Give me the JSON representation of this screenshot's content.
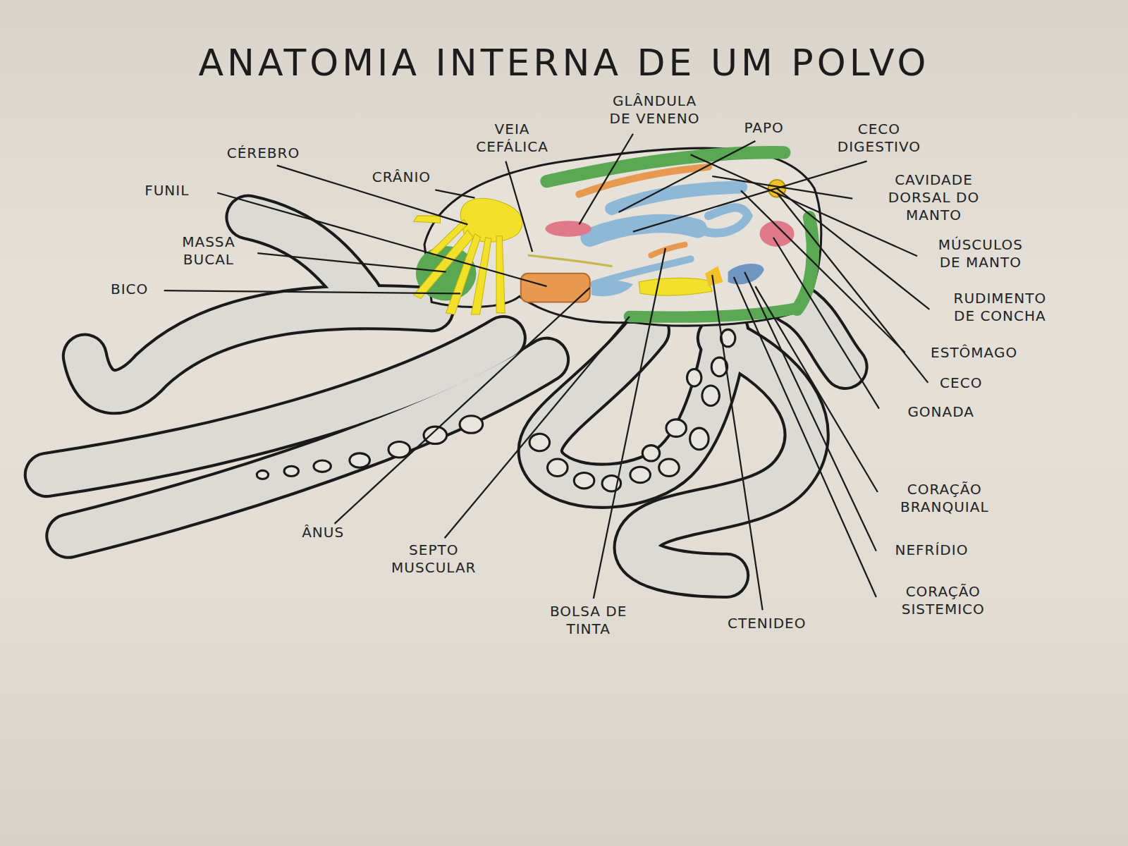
{
  "diagram": {
    "title": "ANATOMIA INTERNA DE UM POLVO",
    "labels": [
      "GLÂNDULA DE VENENO",
      "VEIA CEFÁLICA",
      "PAPO",
      "CECO DIGESTIVO",
      "CÉREBRO",
      "CRÂNIO",
      "FUNIL",
      "CAVIDADE DORSAL DO MANTO",
      "MASSA BUCAL",
      "MÚSCULOS DE MANTO",
      "BICO",
      "RUDIMENTO DE CONCHA",
      "ESTÔMAGO",
      "CECO",
      "GONADA",
      "CORAÇÃO BRANQUIAL",
      "ÂNUS",
      "NEFRÍDIO",
      "SEPTO MUSCULAR",
      "CORAÇÃO SISTEMICO",
      "BOLSA DE TINTA",
      "CTENIDEO"
    ]
  }
}
